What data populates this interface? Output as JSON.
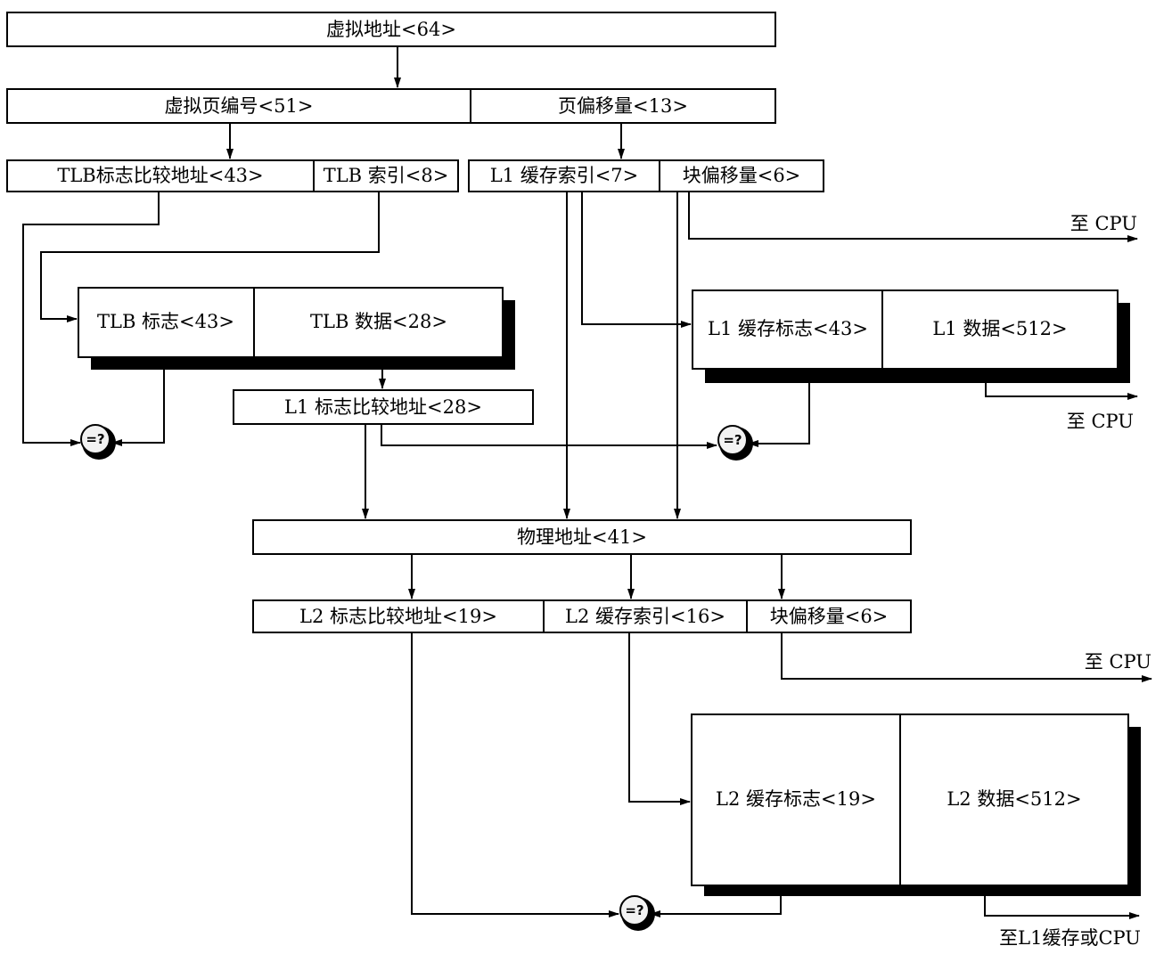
{
  "fields": {
    "virtual_address": "虚拟地址<64>",
    "virtual_page_number": "虚拟页编号<51>",
    "page_offset": "页偏移量<13>",
    "tlb_tag_compare": "TLB标志比较地址<43>",
    "tlb_index": "TLB 索引<8>",
    "l1_cache_index": "L1 缓存索引<7>",
    "l1_block_offset": "块偏移量<6>",
    "tlb_tag": "TLB 标志<43>",
    "tlb_data": "TLB 数据<28>",
    "l1_tag_compare": "L1 标志比较地址<28>",
    "l1_cache_tag": "L1 缓存标志<43>",
    "l1_data": "L1 数据<512>",
    "physical_address": "物理地址<41>",
    "l2_tag_compare": "L2 标志比较地址<19>",
    "l2_cache_index": "L2 缓存索引<16>",
    "l2_block_offset": "块偏移量<6>",
    "l2_cache_tag": "L2 缓存标志<19>",
    "l2_data": "L2 数据<512>"
  },
  "outputs": {
    "to_cpu_1": "至 CPU",
    "to_cpu_2": "至 CPU",
    "to_cpu_3": "至 CPU",
    "to_l1_or_cpu": "至L1缓存或CPU"
  },
  "comparator_symbol": "=?"
}
